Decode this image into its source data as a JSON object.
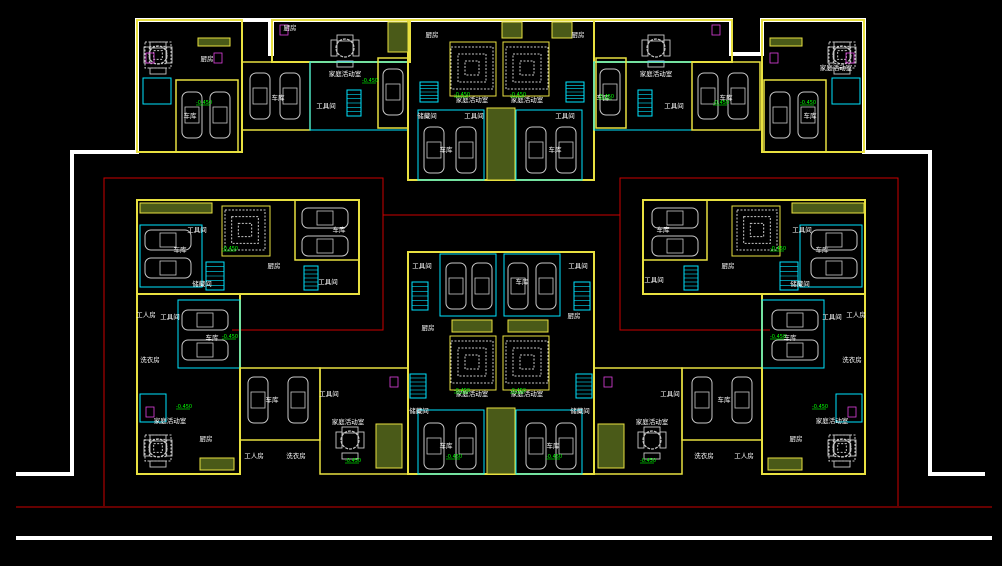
{
  "colors": {
    "background": "#000000",
    "boundary": "#ffffff",
    "red_line": "#cc0000",
    "wall": "#e8e040",
    "partition": "#00e5ff",
    "furniture": "#c8c8c8",
    "green_fill": "#4a5a18",
    "level_mark": "#00ff00",
    "accent": "#e040e0",
    "label": "#ffffff"
  },
  "labels": {
    "garage": "车库",
    "family_room": "家庭活动室",
    "tool_room": "工具间",
    "storage_room": "储藏间",
    "worker_room": "工人房",
    "laundry_room": "洗衣房",
    "kitchen": "厨房",
    "level_mark": "-0.450"
  }
}
